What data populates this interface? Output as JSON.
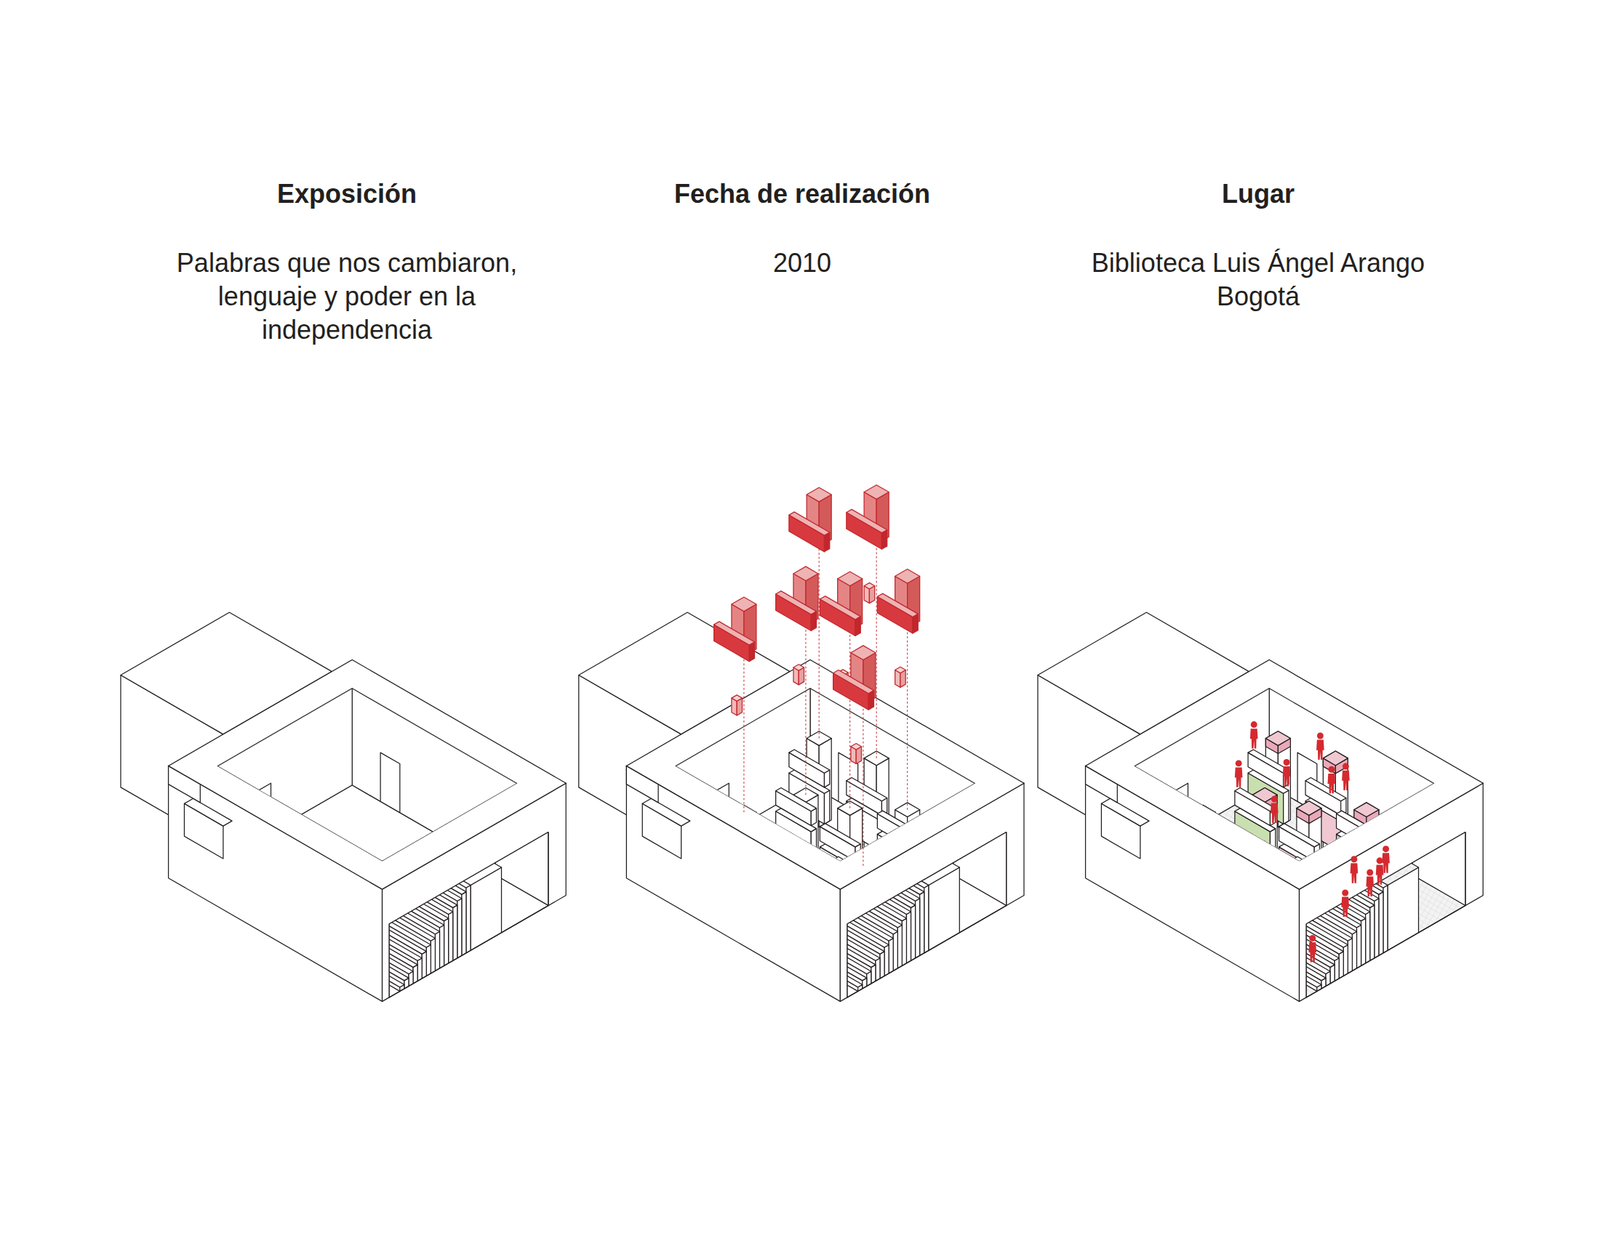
{
  "diagram": {
    "labels": [
      "Exposición",
      "Palabras que nos cambiaron, lenguaje y poder en la independencia",
      "Fecha de realización",
      "2010",
      "Lugar",
      "Biblioteca Luis Ángel Arango Bogotá"
    ]
  }
}
